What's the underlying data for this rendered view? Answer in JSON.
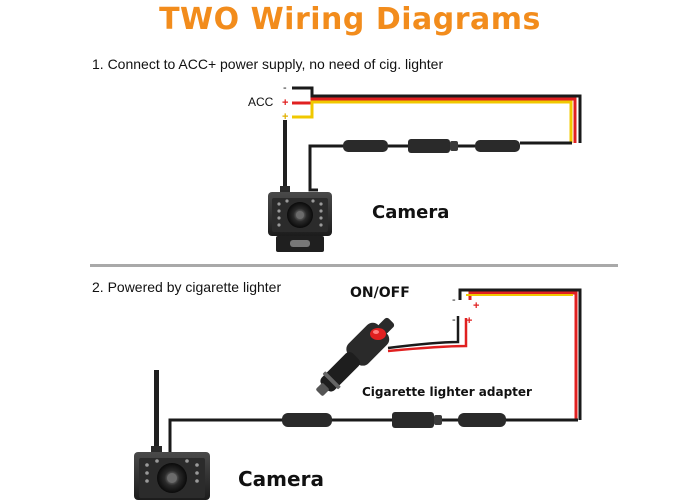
{
  "title": "TWO Wiring Diagrams",
  "section1": {
    "instruction": "1.  Connect to ACC+  power supply,  no need of cig. lighter",
    "acc_label": "ACC",
    "camera_label": "Camera"
  },
  "section2": {
    "instruction": "2.  Powered by cigarette lighter",
    "switch_label": "ON/OFF",
    "adapter_label": "Cigarette lighter adapter",
    "camera_label": "Camera"
  },
  "terminal_marks": {
    "negative": "-",
    "positive": "+"
  },
  "colors": {
    "title": "#f28c1c",
    "wire_red": "#e02020",
    "wire_yellow": "#f0c800",
    "wire_black": "#1a1a1a",
    "divider": "#a9a9a9"
  }
}
